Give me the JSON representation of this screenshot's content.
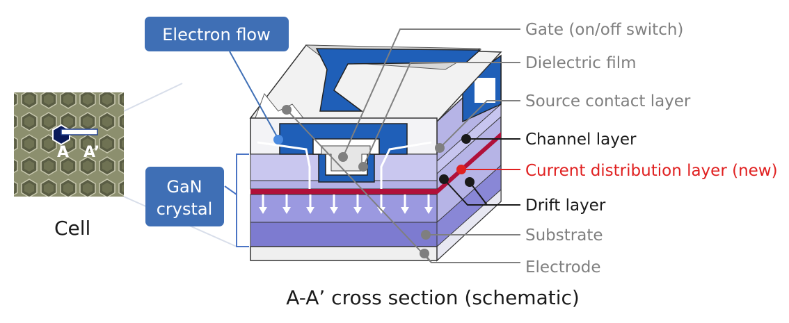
{
  "callouts": {
    "electron_flow": "Electron flow",
    "gan_line1": "GaN",
    "gan_line2": "crystal"
  },
  "cell": {
    "label": "Cell",
    "marker_a": "A",
    "marker_a_prime": "A’"
  },
  "caption": "A-A’ cross section (schematic)",
  "labels": {
    "gate": "Gate (on/off switch)",
    "dielectric": "Dielectric film",
    "source_contact": "Source contact layer",
    "channel": "Channel layer",
    "current_distribution": "Current distribution layer (new)",
    "drift": "Drift layer",
    "substrate": "Substrate",
    "electrode": "Electrode"
  },
  "colors": {
    "callout_box": "#3f6fb5",
    "gray_label": "#7f7f7f",
    "black_label": "#1a1a1a",
    "red_label": "#e02020",
    "gate_blue": "#1f5fb8",
    "drift_purple": "#9b99e0",
    "substrate_purple": "#7d7bd0",
    "current_layer": "#b0103a"
  }
}
